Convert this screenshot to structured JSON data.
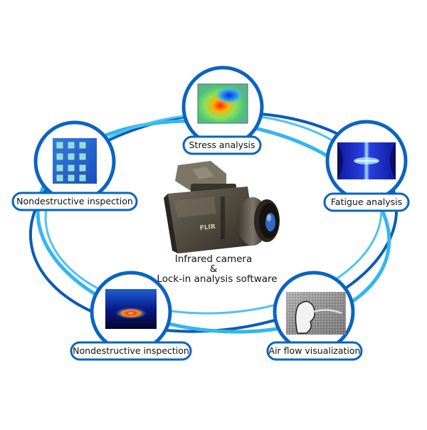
{
  "diagram": {
    "center": {
      "line1": "Infrared camera",
      "line2": "&",
      "line3": "Lock-in analysis software",
      "brand": "FLIR"
    },
    "nodes": [
      {
        "label": "Stress analysis",
        "icon": "stress-thermal-image"
      },
      {
        "label": "Fatigue analysis",
        "icon": "fatigue-thermal-image"
      },
      {
        "label": "Air flow visualization",
        "icon": "air-flow-image"
      },
      {
        "label": "Nondestructive inspection",
        "icon": "ndt-hotspot-image"
      },
      {
        "label": "Nondestructive inspection",
        "icon": "ndt-grid-image"
      }
    ],
    "colors": {
      "ring_dark": "#0a5bb8",
      "ring_light": "#33b6ee",
      "circle_border": "#0a64c2",
      "label_border": "#0a64c2"
    }
  }
}
